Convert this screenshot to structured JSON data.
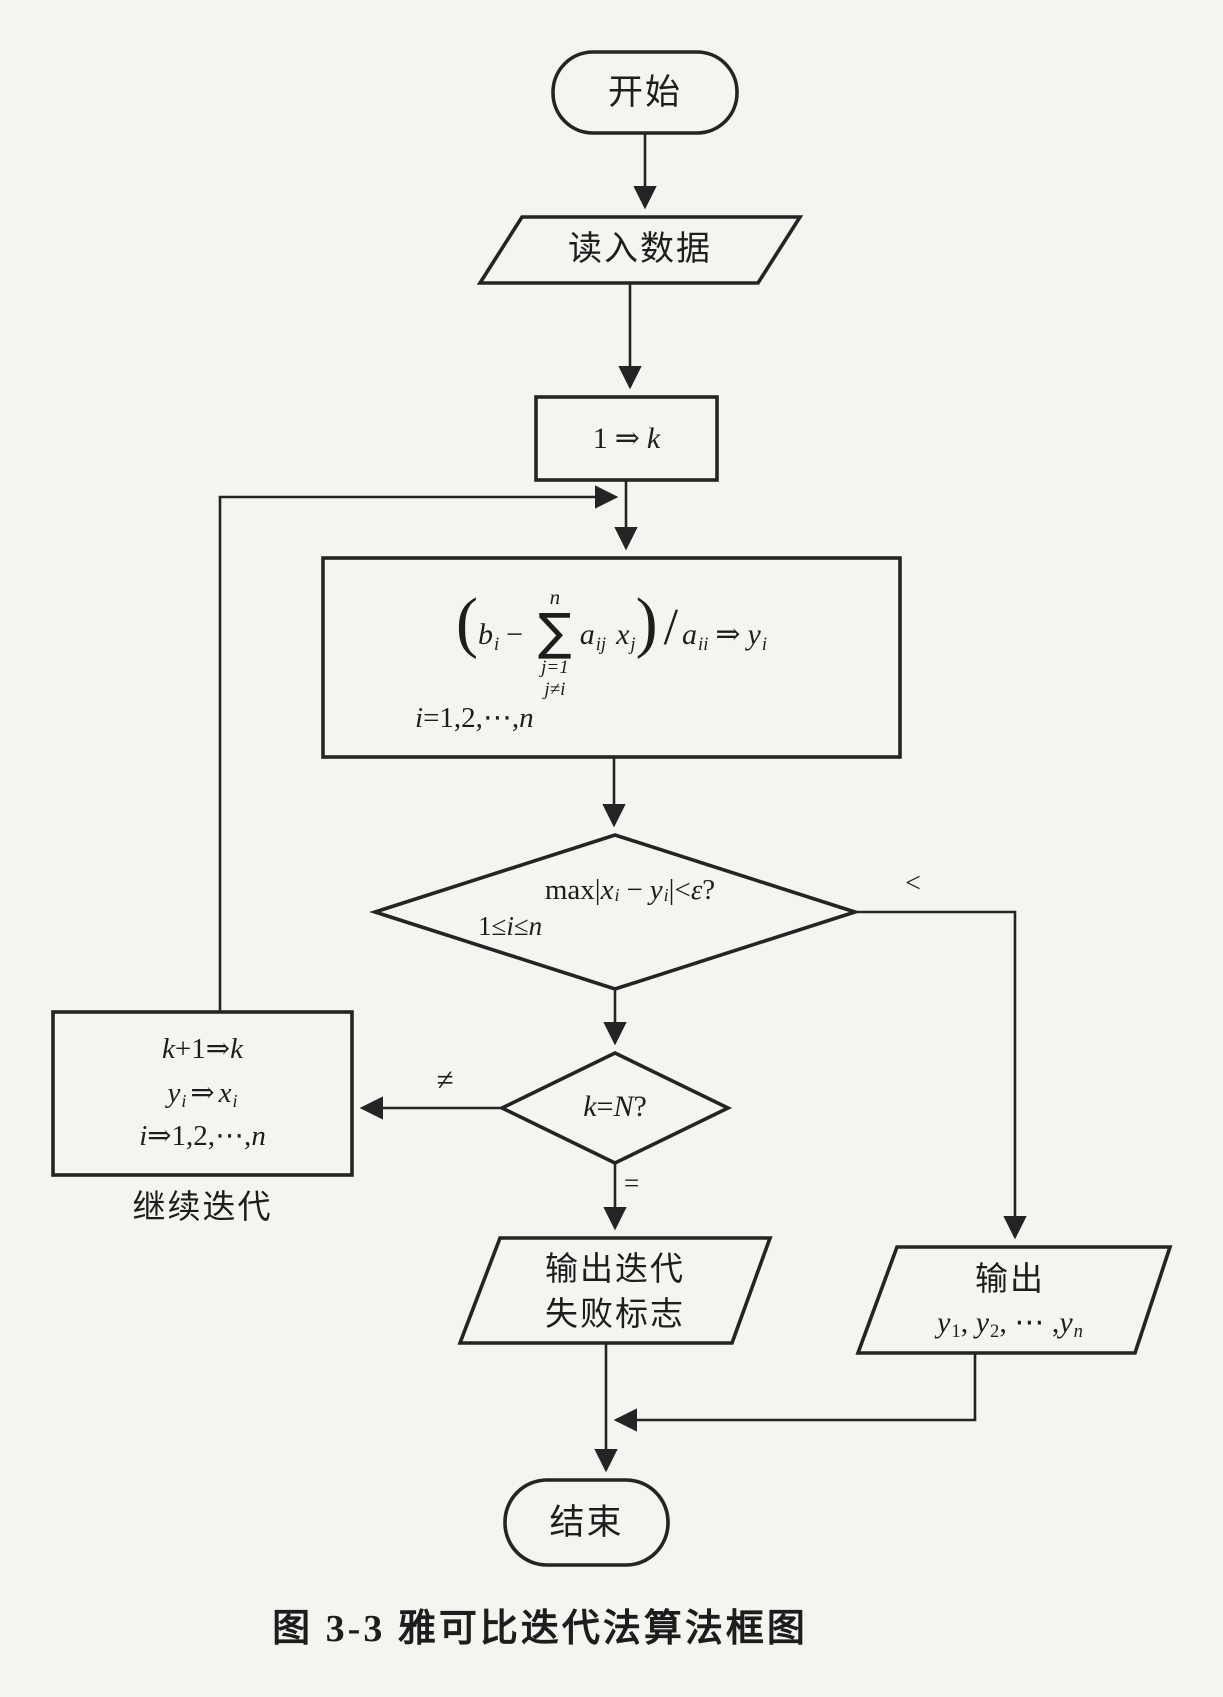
{
  "page": {
    "paper_color": "#f5f4f0",
    "ink_color": "#242424",
    "caption": "图 3-3  雅可比迭代法算法框图"
  },
  "nodes": {
    "start": {
      "label": "开始"
    },
    "read_data": {
      "label": "读入数据"
    },
    "init_k": {
      "one": "1",
      "assign": "⇒",
      "k": "k"
    },
    "compute": {
      "paren_open": "(",
      "b": "b",
      "b_sub": "i",
      "minus": "−",
      "sum_top": "n",
      "sum_sigma": "∑",
      "sum_low1": "j=1",
      "sum_low2": "j≠i",
      "a1": "a",
      "a1_sub": "ij",
      "x": "x",
      "x_sub": "j",
      "paren_close": ")",
      "slash": "/",
      "a2": "a",
      "a2_sub": "ii",
      "assign": "⇒",
      "y": "y",
      "y_sub": "i",
      "range_i": "i",
      "range_mid": "=1,2,⋯,",
      "range_n": "n"
    },
    "converge_test": {
      "max": "max|",
      "x": "x",
      "x_sub": "i",
      "minus": "−",
      "y": "y",
      "y_sub": "i",
      "bar_lt": "|<",
      "eps": "ε",
      "q": "?",
      "r1": "1≤",
      "r_i": "i",
      "r2": "≤",
      "r_n": "n"
    },
    "iter_test": {
      "k": "k",
      "eq": "=",
      "n_max": "N",
      "q": "?"
    },
    "continue_iter": {
      "l1_k": "k",
      "l1_mid": "+1⇒",
      "l1_k2": "k",
      "l2_y": "y",
      "l2_ysub": "i",
      "l2_arr": "⇒",
      "l2_x": "x",
      "l2_xsub": "i",
      "l3_i": "i",
      "l3_mid": "⇒1,2,⋯,",
      "l3_n": "n",
      "caption": "继续迭代"
    },
    "fail_output": {
      "line1": "输出迭代",
      "line2": "失败标志"
    },
    "result_output": {
      "label": "输出",
      "y1": "y",
      "sub1": "1",
      "c1": ", ",
      "y2": "y",
      "sub2": "2",
      "c2": ", ⋯ ,",
      "y3": "y",
      "subn": "n"
    },
    "end": {
      "label": "结束"
    }
  },
  "edge_labels": {
    "converged": "<",
    "not_equal": "≠",
    "equal": "="
  }
}
